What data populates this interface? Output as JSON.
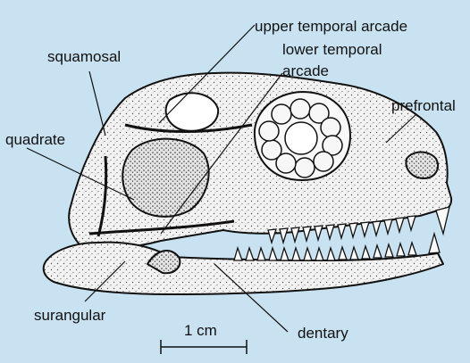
{
  "colors": {
    "background": "#c9e2f1",
    "bone": "#f2f2f2",
    "ink": "#111111",
    "stipple": "#555555"
  },
  "labels": {
    "squamosal": "squamosal",
    "upper_temporal_arcade": "upper temporal  arcade",
    "lower_temporal_line1": "lower temporal",
    "lower_temporal_line2": "arcade",
    "prefrontal": "prefrontal",
    "quadrate": "quadrate",
    "surangular": "surangular",
    "dentary": "dentary"
  },
  "scale_bar": {
    "label": "1 cm"
  }
}
